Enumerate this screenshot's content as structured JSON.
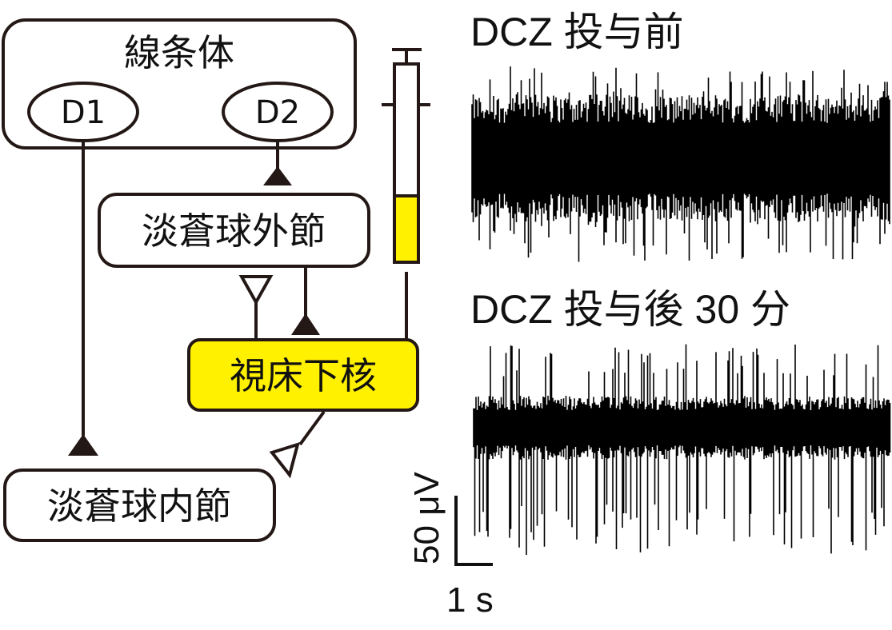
{
  "diagram": {
    "striatum": "線条体",
    "d1": "D1",
    "d2": "D2",
    "gpe": "淡蒼球外節",
    "stn": "視床下核",
    "gpi": "淡蒼球内節",
    "colors": {
      "stroke": "#231815",
      "highlight": "#fff100",
      "box_fill": "#ffffff"
    }
  },
  "traces": {
    "before_label": "DCZ 投与前",
    "after_label": "DCZ 投与後 30 分",
    "scale_voltage": "50 μV",
    "scale_time": "1 s"
  }
}
